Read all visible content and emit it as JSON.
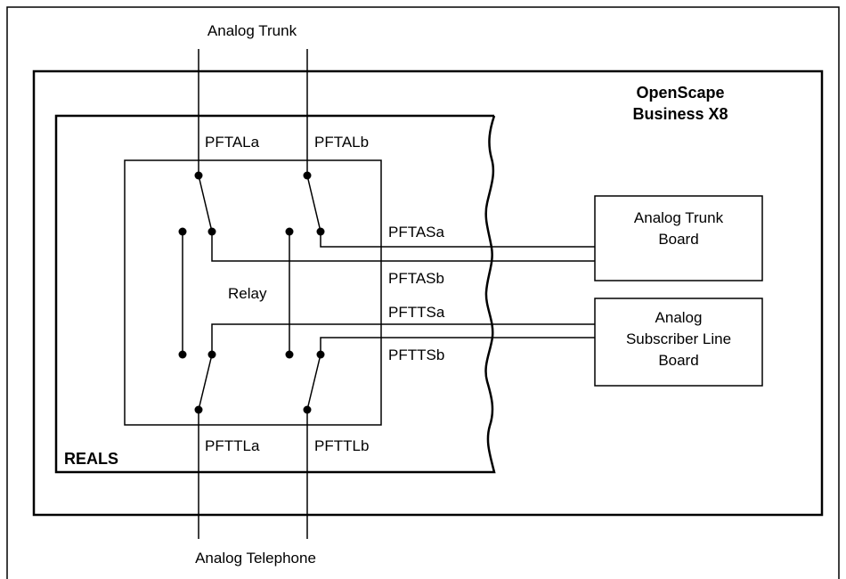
{
  "diagram": {
    "top_label": "Analog Trunk",
    "bottom_label": "Analog Telephone",
    "system_title_line1": "OpenScape",
    "system_title_line2": "Business X8",
    "module_label": "REALS",
    "relay_label": "Relay",
    "contacts": {
      "pftala": "PFTALa",
      "pftalb": "PFTALb",
      "pftasa": "PFTASa",
      "pftasb": "PFTASb",
      "pfttsa": "PFTTSa",
      "pfttsb": "PFTTSb",
      "pfttla": "PFTTLa",
      "pfttlb": "PFTTLb"
    },
    "trunk_board_line1": "Analog Trunk",
    "trunk_board_line2": "Board",
    "subscriber_board_line1": "Analog",
    "subscriber_board_line2": "Subscriber Line",
    "subscriber_board_line3": "Board"
  }
}
